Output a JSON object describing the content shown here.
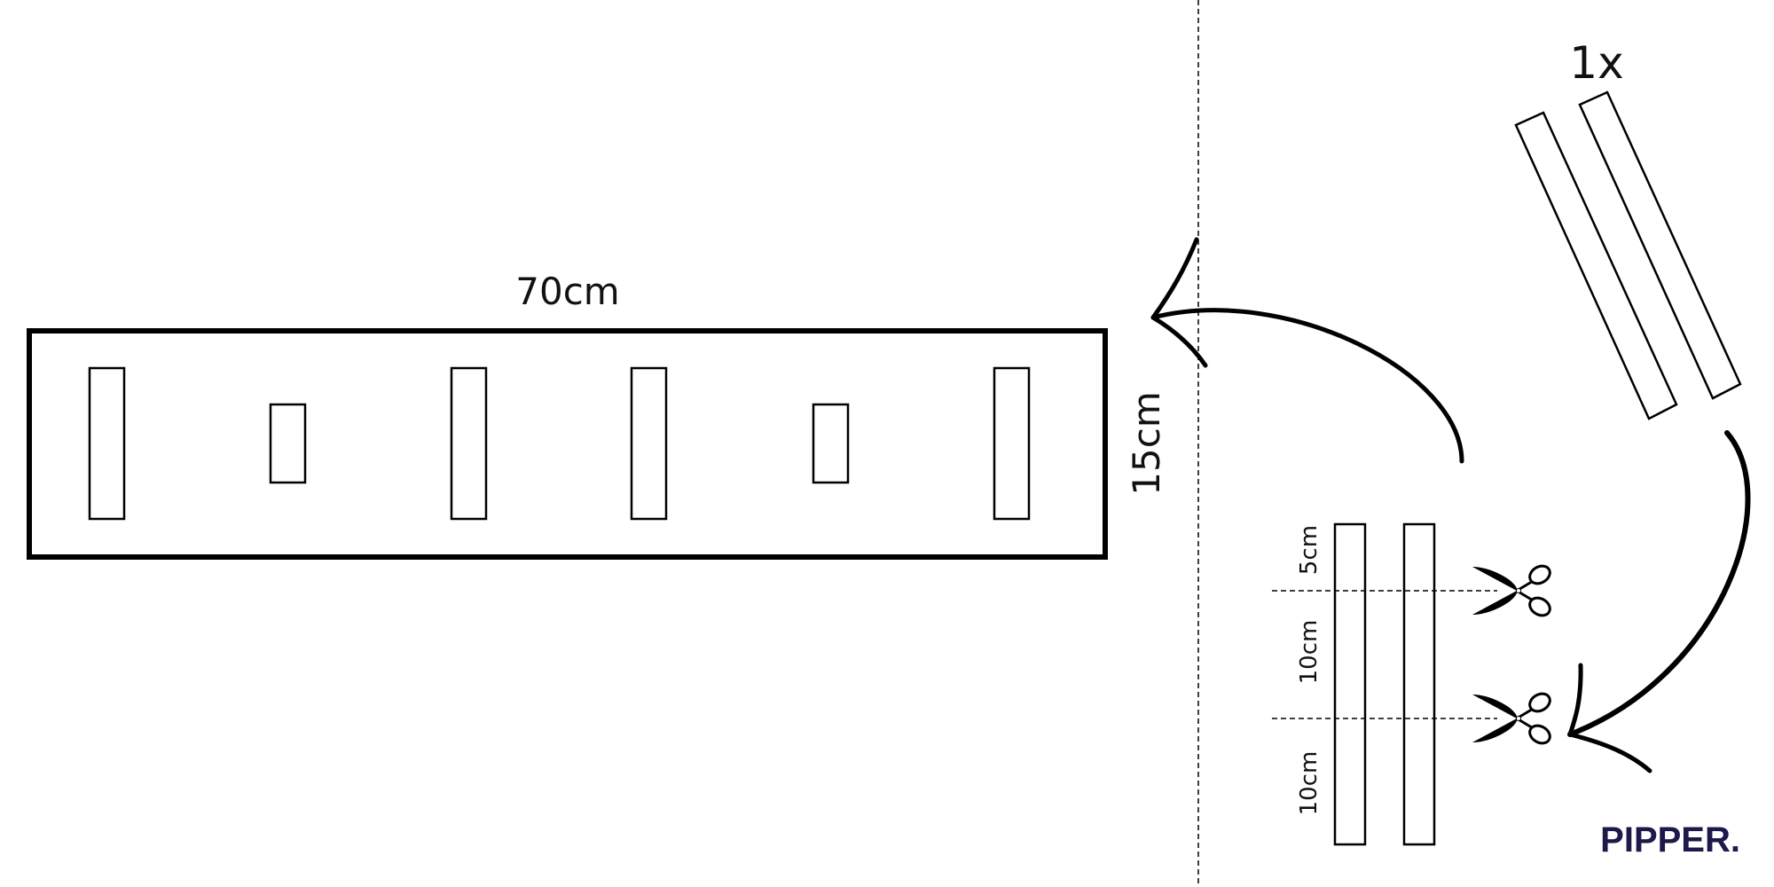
{
  "board": {
    "width_label": "70cm",
    "height_label": "15cm"
  },
  "strips": {
    "count_label": "1x"
  },
  "cuts": {
    "labels": [
      "5cm",
      "10cm",
      "10cm"
    ]
  },
  "brand": {
    "name": "PIPPER.",
    "color": "#1b1a4b"
  },
  "colors": {
    "line": "#000000"
  },
  "icons": [
    "scissors-icon",
    "scissors-icon",
    "arrow-icon",
    "arrow-icon"
  ]
}
